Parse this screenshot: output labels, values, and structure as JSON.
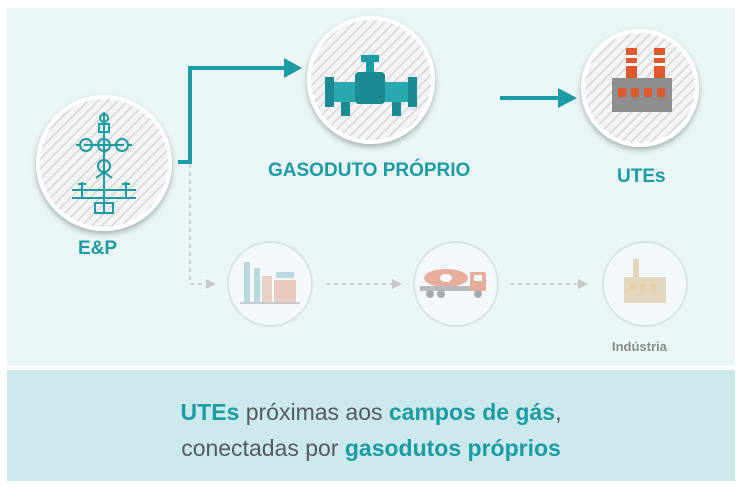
{
  "nodes": {
    "ep": {
      "label": "E&P"
    },
    "gasoduto": {
      "label": "GASODUTO PRÓPRIO"
    },
    "utes": {
      "label": "UTEs"
    },
    "industria": {
      "label": "Indústria"
    }
  },
  "caption": {
    "line1": [
      {
        "text": "UTEs",
        "highlight": true
      },
      {
        "text": " próximas aos ",
        "highlight": false
      },
      {
        "text": "campos de gás",
        "highlight": true
      },
      {
        "text": ",",
        "highlight": false
      }
    ],
    "line2": [
      {
        "text": "conectadas por ",
        "highlight": false
      },
      {
        "text": "gasodutos próprios",
        "highlight": true
      }
    ]
  },
  "colors": {
    "accent": "#1b9ba4",
    "text": "#555a5c",
    "panel_background": "#eaf5f6",
    "caption_background": "#cbe8ea",
    "faded": "#c8c8c8",
    "factory_roof": "#e2582e"
  },
  "icons": [
    "wellhead-icon",
    "pipeline-valve-icon",
    "power-plant-icon",
    "refinery-icon",
    "tanker-truck-icon",
    "factory-icon"
  ]
}
